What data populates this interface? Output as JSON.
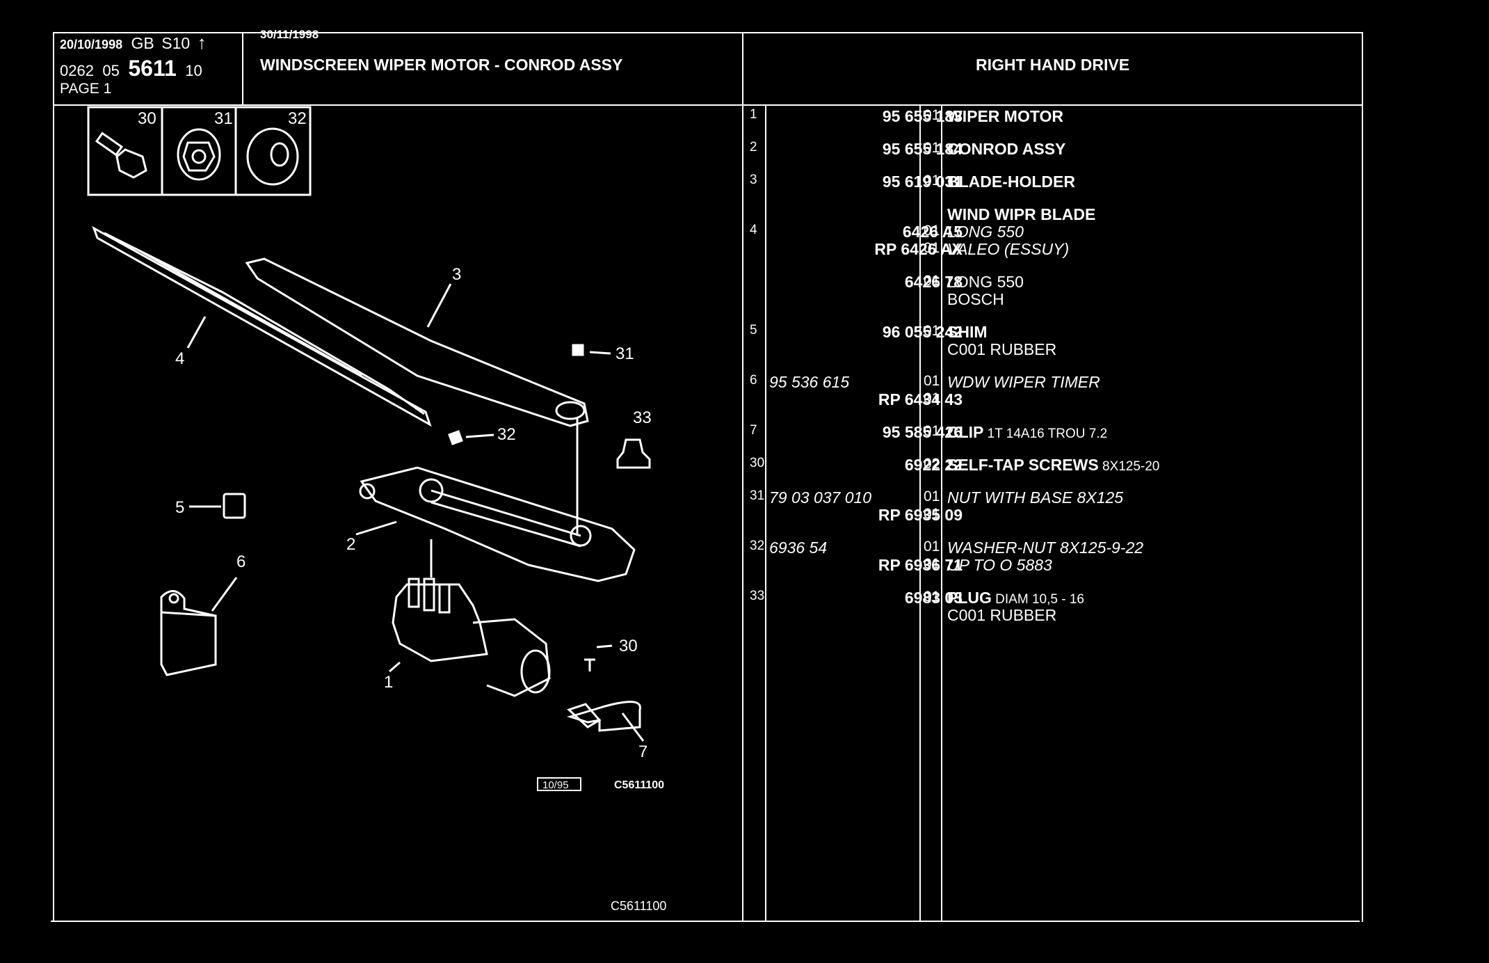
{
  "header": {
    "date": "20/10/1998",
    "lang": "GB",
    "code": "S10",
    "ref_a": "0262",
    "ref_b": "05",
    "ref_c": "5611",
    "ref_d": "10",
    "page": "PAGE 1",
    "update_date": "30/11/1998",
    "title": "WINDSCREEN WIPER MOTOR - CONROD ASSY",
    "drive": "RIGHT HAND DRIVE"
  },
  "inset_labels": [
    "30",
    "31",
    "32"
  ],
  "diagram": {
    "labels": [
      "1",
      "2",
      "3",
      "4",
      "5",
      "6",
      "7",
      "30",
      "31",
      "32",
      "33"
    ],
    "date_box": "10/95",
    "code_a": "C5611100",
    "code_b": "C5611100"
  },
  "parts": [
    {
      "idx": "1",
      "lines": [
        {
          "ref": "95 655 183",
          "qty": "01",
          "desc": "WIPER MOTOR",
          "bold": true
        }
      ]
    },
    {
      "idx": "2",
      "lines": [
        {
          "ref": "95 655 184",
          "qty": "01",
          "desc": "CONROD ASSY",
          "bold": true
        }
      ]
    },
    {
      "idx": "3",
      "lines": [
        {
          "ref": "95 619 031",
          "qty": "01",
          "desc": "BLADE-HOLDER",
          "bold": true
        }
      ]
    },
    {
      "idx": "4",
      "lines": [
        {
          "ref": "",
          "qty": "",
          "desc": "WIND WIPR BLADE",
          "bold": true
        },
        {
          "ref": "6426 A5",
          "qty": "01",
          "desc": "LONG 550",
          "italic": true
        },
        {
          "ref": "RP  6426 AX",
          "qty": "01",
          "desc": "VALEO (ESSUY)",
          "italic": true
        }
      ]
    },
    {
      "idx": "",
      "lines": [
        {
          "ref": "6426 78",
          "qty": "01",
          "desc": "LONG 550"
        },
        {
          "ref": "",
          "qty": "",
          "desc": "BOSCH"
        }
      ]
    },
    {
      "idx": "5",
      "lines": [
        {
          "ref": "96 055 242",
          "qty": "01",
          "desc": "SHIM",
          "bold": true
        },
        {
          "ref": "",
          "qty": "",
          "desc": "C001 RUBBER"
        }
      ]
    },
    {
      "idx": "6",
      "lines": [
        {
          "ref": "95 536 615",
          "qty": "01",
          "desc": "WDW WIPER TIMER",
          "italic": true
        },
        {
          "ref": "RP  6434 43",
          "qty": "01",
          "desc": ""
        }
      ]
    },
    {
      "idx": "7",
      "lines": [
        {
          "ref": "95 585 426",
          "qty": "01",
          "desc": "CLIP",
          "suffix": "1T 14A16 TROU 7.2",
          "bold": true
        }
      ]
    },
    {
      "idx": "30",
      "lines": [
        {
          "ref": "6922 22",
          "qty": "02",
          "desc": "SELF-TAP SCREWS",
          "suffix": "8X125-20",
          "bold": true
        }
      ]
    },
    {
      "idx": "31",
      "lines": [
        {
          "ref": "79 03 037 010",
          "qty": "01",
          "desc": "NUT WITH BASE 8X125",
          "italic": true
        },
        {
          "ref": "RP  6935 09",
          "qty": "01",
          "desc": ""
        }
      ]
    },
    {
      "idx": "32",
      "lines": [
        {
          "ref": "6936 54",
          "qty": "01",
          "desc": "WASHER-NUT 8X125-9-22",
          "italic": true
        },
        {
          "ref": "RP  6936 71",
          "qty": "01",
          "desc": "UP TO O 5883",
          "italic": true
        }
      ]
    },
    {
      "idx": "33",
      "lines": [
        {
          "ref": "6983 03",
          "qty": "01",
          "desc": "PLUG",
          "suffix": "DIAM 10,5 - 16",
          "bold": true
        },
        {
          "ref": "",
          "qty": "",
          "desc": "C001 RUBBER"
        }
      ]
    }
  ]
}
